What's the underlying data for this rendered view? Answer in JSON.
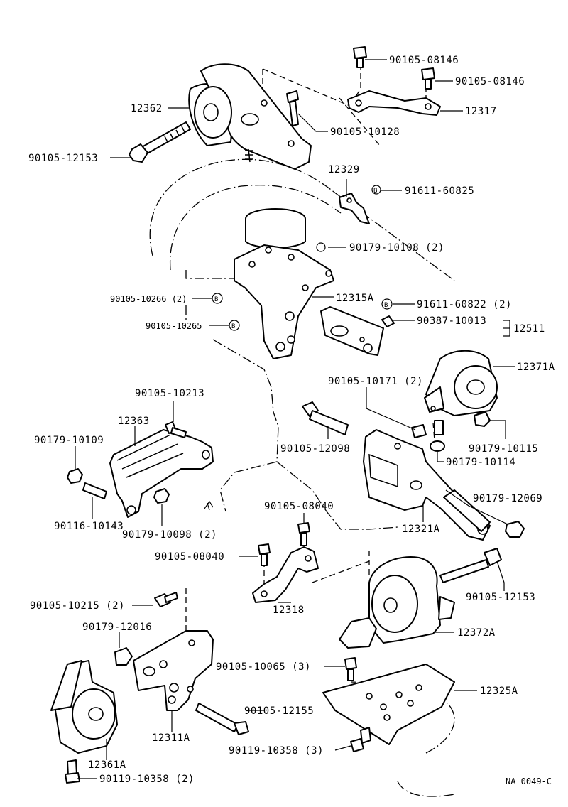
{
  "diagram_code": "NA  0049-C",
  "labels": {
    "p90105_08146_a": "90105-08146",
    "p90105_08146_b": "90105-08146",
    "p12317": "12317",
    "p12362": "12362",
    "p90105_10128": "90105-10128",
    "p90105_12153_a": "90105-12153",
    "p12329": "12329",
    "p91611_60825": "91611-60825",
    "p90179_10108": "90179-10108 (2)",
    "p90105_10266": "90105-10266 (2)",
    "p12315A": "12315A",
    "p91611_60822": "91611-60822 (2)",
    "p90105_10265": "90105-10265",
    "p90387_10013": "90387-10013",
    "p12511": "12511",
    "p12371A": "12371A",
    "p90105_10171": "90105-10171 (2)",
    "p90105_10213": "90105-10213",
    "p12363": "12363",
    "p90179_10109": "90179-10109",
    "p90105_12098": "90105-12098",
    "p90179_10115": "90179-10115",
    "p90179_10114": "90179-10114",
    "p90179_12069": "90179-12069",
    "p90116_10143": "90116-10143",
    "p90179_10098": "90179-10098 (2)",
    "p90105_08040_a": "90105-08040",
    "p90105_08040_b": "90105-08040",
    "p12321A": "12321A",
    "p90105_12153_b": "90105-12153",
    "p12318": "12318",
    "p90105_10215": "90105-10215 (2)",
    "p12372A": "12372A",
    "p90179_12016": "90179-12016",
    "p90105_10065": "90105-10065 (3)",
    "p12325A": "12325A",
    "p90105_12155": "90105-12155",
    "p12311A": "12311A",
    "p90119_10358_3": "90119-10358 (3)",
    "p12361A": "12361A",
    "p90119_10358_2": "90119-10358 (2)"
  }
}
